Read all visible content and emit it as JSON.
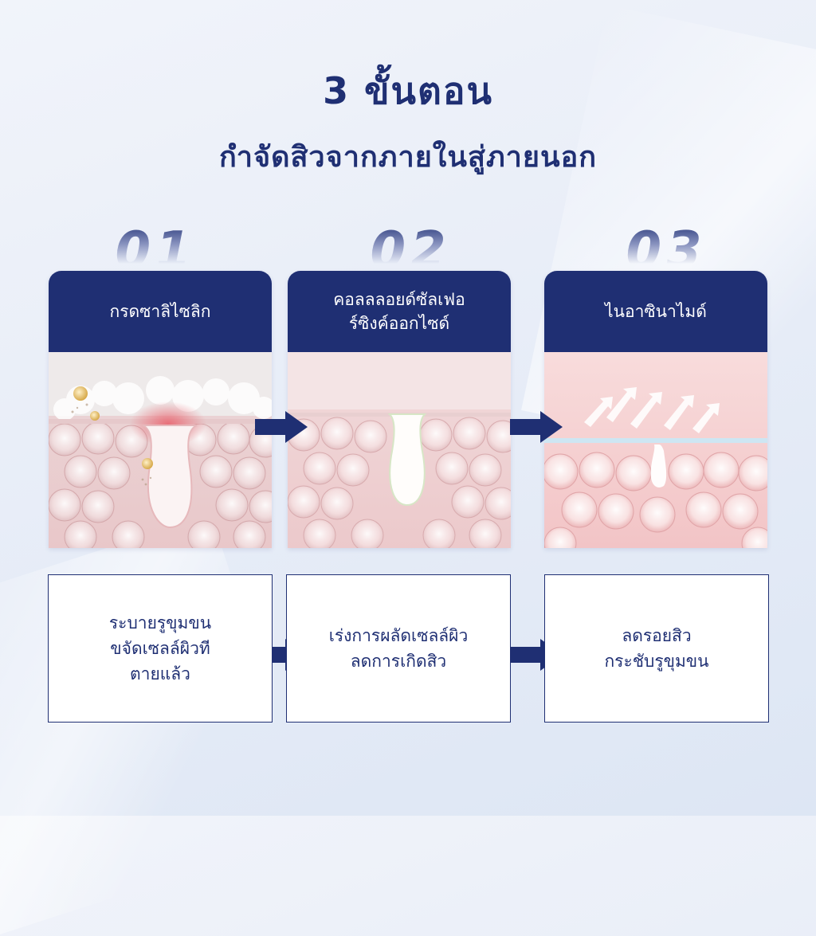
{
  "header": {
    "title": "3 ขั้นตอน",
    "subtitle": "กำจัดสิวจากภายในสู่ภายนอก"
  },
  "steps": [
    {
      "number": "01",
      "heading_lines": [
        "กรดซาลิไซลิก"
      ],
      "description_lines": [
        "ระบายรูขุมขน",
        "ขจัดเซลล์ผิวที",
        "ตายแล้ว"
      ]
    },
    {
      "number": "02",
      "heading_lines": [
        "คอลลลอยด์ซัลเฟอ",
        "ร์ซิงค์ออกไซด์"
      ],
      "description_lines": [
        "เร่งการผลัดเซลล์ผิว",
        "ลดการเกิดสิว"
      ]
    },
    {
      "number": "03",
      "heading_lines": [
        "ไนอาซินาไมด์"
      ],
      "description_lines": [
        "ลดรอยสิว",
        "กระชับรูขุมขน"
      ]
    }
  ],
  "colors": {
    "navy": "#1f2f73",
    "skin_pink": "#f3d6d8",
    "inflamed_red": "#e8707a"
  },
  "icons": [
    "arrow-right-icon",
    "up-arrows-icon"
  ]
}
